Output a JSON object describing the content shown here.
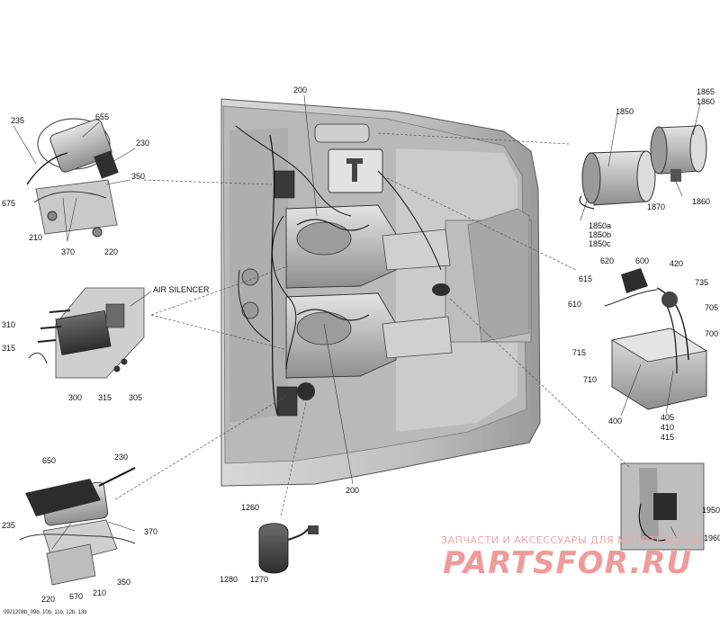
{
  "labels": {
    "l200a": "200",
    "l200b": "200",
    "l235a": "235",
    "l655": "655",
    "l230a": "230",
    "l350a": "350",
    "l675": "675",
    "l210a": "210",
    "l370a": "370",
    "l220a": "220",
    "air_silencer": "AIR SILENCER",
    "l310": "310",
    "l315a": "315",
    "l300": "300",
    "l315b": "315",
    "l305": "305",
    "l650": "650",
    "l230b": "230",
    "l235b": "235",
    "l370b": "370",
    "l220b": "220",
    "l670": "670",
    "l210b": "210",
    "l350b": "350",
    "l1260": "1260",
    "l1280": "1280",
    "l1270": "1270",
    "l1865": "1865",
    "l1860a": "1860",
    "l1850": "1850",
    "l1870": "1870",
    "l1860b": "1860",
    "l1850a": "1850a",
    "l1850b": "1850b",
    "l1850c": "1850c",
    "l620": "620",
    "l600": "600",
    "l420": "420",
    "l615": "615",
    "l735": "735",
    "l610": "610",
    "l705": "705",
    "l715": "715",
    "l700": "700",
    "l710": "710",
    "l400": "400",
    "l405": "405",
    "l410": "410",
    "l415": "415",
    "l1950": "1950",
    "l1960": "1960"
  },
  "watermark": {
    "top_text": "ЗАПЧАСТИ И АКСЕССУАРЫ ДЛЯ МОТОТЕХНИКИ",
    "logo_text": "PARTSFOR.RU"
  },
  "footer_code": "09J1208b_09b, 10b, 11b, 12b, 13b",
  "colors": {
    "hull": "#c7c7c7",
    "hull_dark": "#8c8c8c",
    "line": "#222222",
    "watermark": "#e24b4b"
  }
}
